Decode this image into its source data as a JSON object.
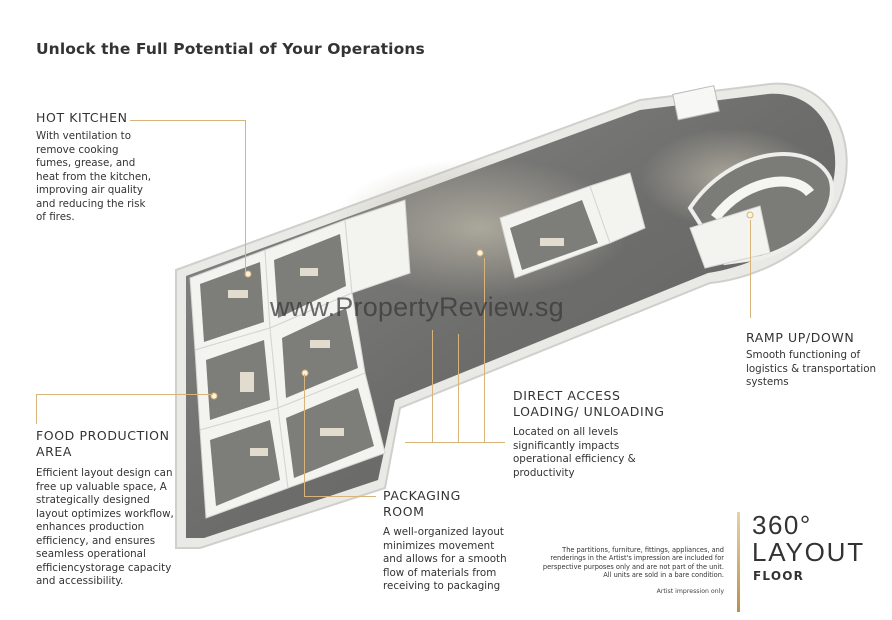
{
  "title": "Unlock the Full Potential of Your Operations",
  "sections": {
    "hot_kitchen": {
      "heading": "HOT KITCHEN",
      "lines": [
        "With ventilation to",
        "remove cooking",
        "fumes, grease, and",
        "heat from the kitchen,",
        "improving air quality",
        "and reducing the risk",
        "of fires."
      ]
    },
    "food_production": {
      "heading": [
        "FOOD PRODUCTION",
        "AREA"
      ],
      "lines": [
        "Efficient layout design can",
        "free up valuable space, A",
        "strategically designed",
        "layout optimizes workflow,",
        "enhances production",
        "efficiency, and ensures",
        "seamless operational",
        "efficiencystorage capacity",
        "and accessibility."
      ]
    },
    "packaging_room": {
      "heading": [
        "PACKAGING",
        "ROOM"
      ],
      "lines": [
        "A well-organized layout",
        "minimizes movement",
        "and allows for a smooth",
        "flow of materials from",
        "receiving to packaging"
      ]
    },
    "direct_access": {
      "heading": [
        "DIRECT ACCESS",
        "LOADING/ UNLOADING"
      ],
      "lines": [
        "Located on all levels",
        "significantly impacts",
        "operational efficiency &",
        "productivity"
      ]
    },
    "ramp": {
      "heading": "RAMP UP/DOWN",
      "lines": [
        "Smooth functioning of",
        "logistics & transportation",
        "systems"
      ]
    }
  },
  "watermark": "www.PropertyReview.sg",
  "badge": {
    "line1": "360°",
    "line2": "LAYOUT",
    "line3": "FLOOR"
  },
  "disclaimer": [
    "The partitions, furniture, fittings, appliances, and",
    "renderings in the Artist's impression are included for",
    "perspective purposes only and are not part of the unit.",
    "All units are sold in a bare condition."
  ],
  "artist_note": "Artist impression only",
  "colors": {
    "accent_gold": "#d7b57a",
    "floor": "#6e6e6c",
    "walls": "#f2f2f0"
  }
}
